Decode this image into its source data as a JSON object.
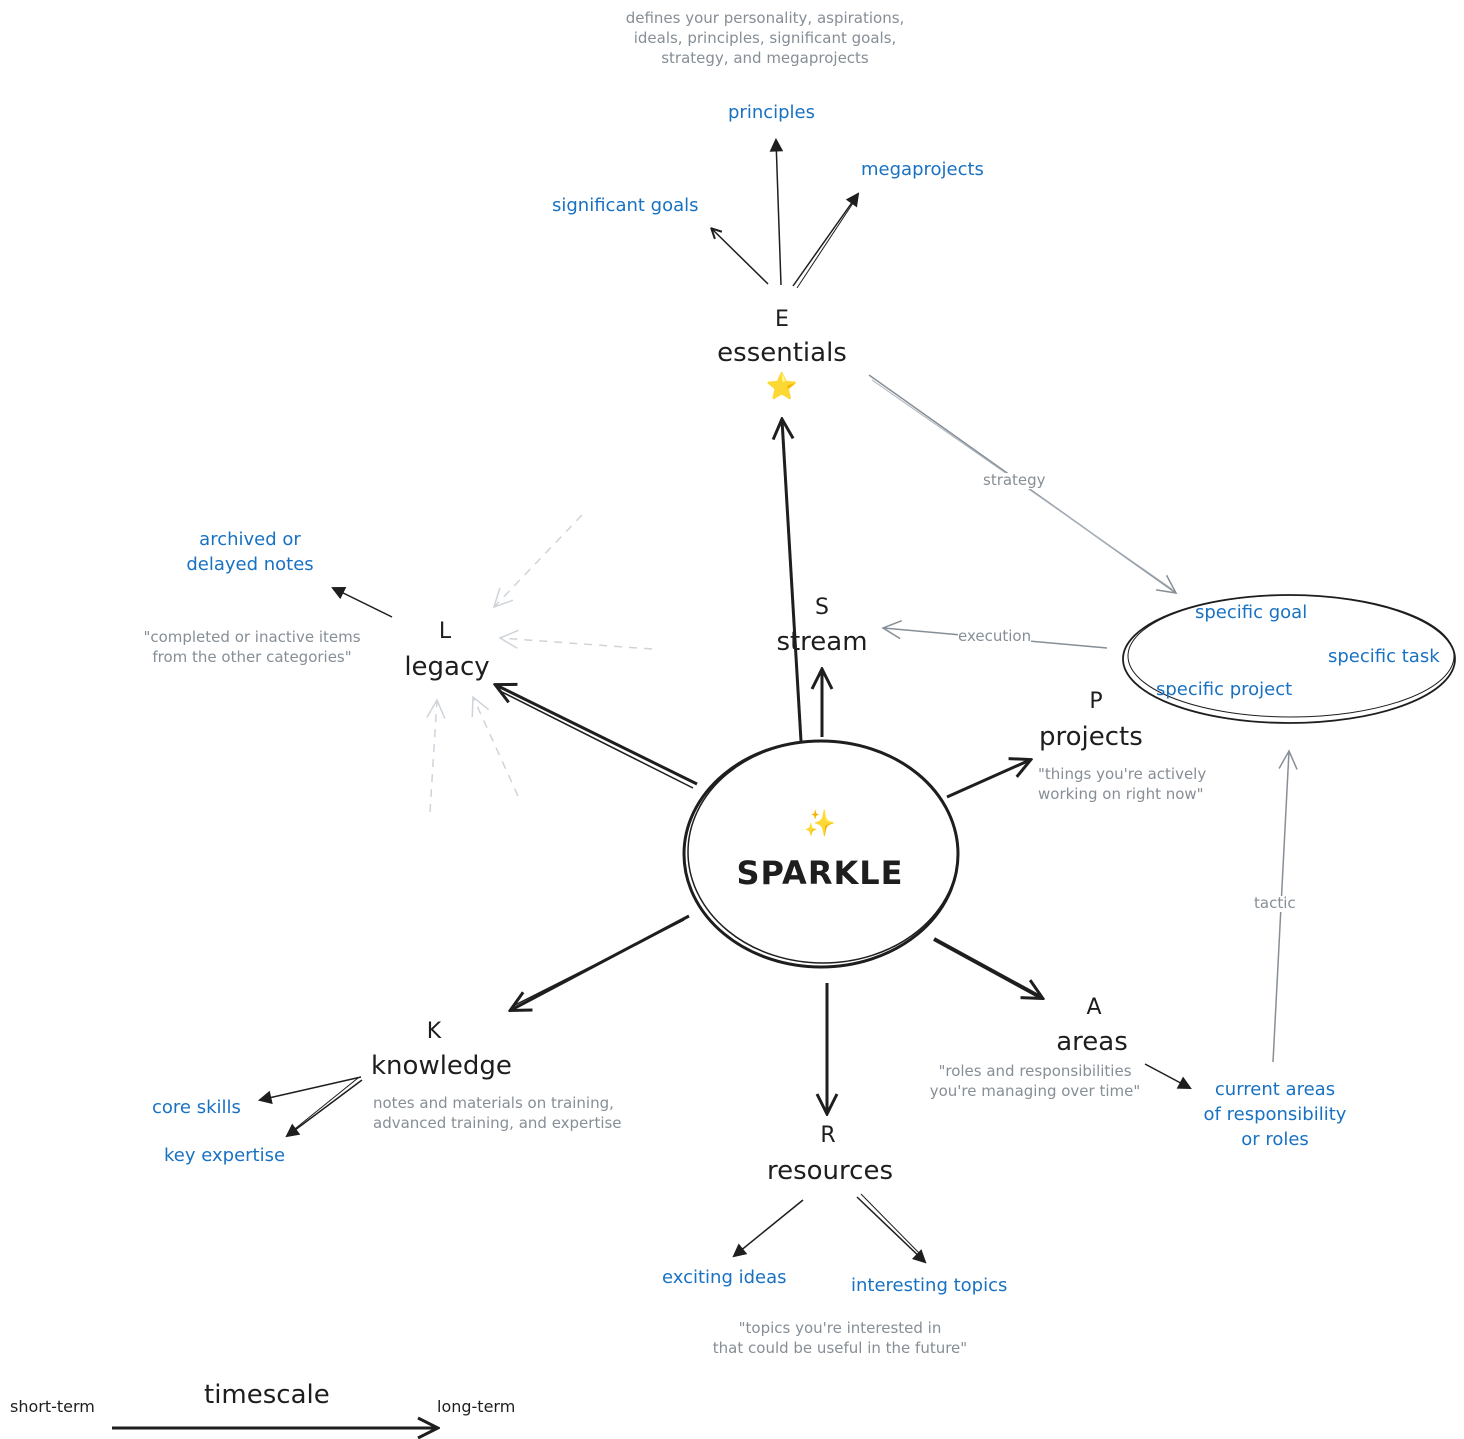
{
  "center": {
    "emoji": "✨",
    "label": "SPARKLE"
  },
  "essentials": {
    "letter": "E",
    "label": "essentials",
    "emoji": "⭐",
    "note": [
      "defines your personality, aspirations,",
      "ideals, principles, significant goals,",
      "strategy, and megaprojects"
    ],
    "children": {
      "principles": "principles",
      "megaprojects": "megaprojects",
      "goals": "significant goals"
    }
  },
  "stream": {
    "letter": "S",
    "label": "stream"
  },
  "projects": {
    "letter": "P",
    "label": "projects",
    "note": [
      "\"things you're actively",
      "working on right now\""
    ]
  },
  "areas": {
    "letter": "A",
    "label": "areas",
    "note": [
      "\"roles and responsibilities",
      "you're managing over time\""
    ],
    "child": [
      "current areas",
      "of responsibility",
      "or roles"
    ]
  },
  "resources": {
    "letter": "R",
    "label": "resources",
    "note": [
      "\"topics you're interested in",
      "that could be useful in the future\""
    ],
    "children": {
      "ideas": "exciting ideas",
      "topics": "interesting topics"
    }
  },
  "knowledge": {
    "letter": "K",
    "label": "knowledge",
    "note": [
      "notes and materials on training,",
      "advanced training, and expertise"
    ],
    "children": {
      "skills": "core skills",
      "expertise": "key expertise"
    }
  },
  "legacy": {
    "letter": "L",
    "label": "legacy",
    "note": [
      "\"completed or inactive items",
      "from the other categories\""
    ],
    "child": [
      "archived or",
      "delayed notes"
    ]
  },
  "specifics": {
    "goal": "specific goal",
    "task": "specific task",
    "project": "specific project"
  },
  "edge_labels": {
    "strategy": "strategy",
    "execution": "execution",
    "tactic": "tactic"
  },
  "timescale": {
    "label": "timescale",
    "short": "short-term",
    "long": "long-term"
  },
  "colors": {
    "ink": "#1e1e1e",
    "blue": "#1971c2",
    "gray": "#868e96",
    "faint": "#ced4da"
  }
}
